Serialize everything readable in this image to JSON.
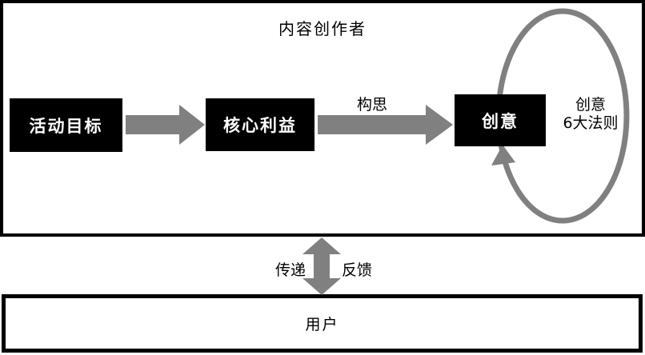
{
  "creator_panel": {
    "title": "内容创作者",
    "nodes": [
      {
        "label": "活动目标"
      },
      {
        "label": "核心利益"
      },
      {
        "label": "创意"
      }
    ],
    "conception_arrow_label": "构思",
    "loop_label": {
      "line1": "创意",
      "line2": "6大法则"
    }
  },
  "exchange_arrow": {
    "left_label": "传递",
    "right_label": "反馈"
  },
  "user_panel": {
    "title": "用户"
  },
  "colors": {
    "arrow_gray": "#808080",
    "node_background": "#000000",
    "node_text": "#ffffff",
    "panel_border": "#000000",
    "background": "#ffffff"
  }
}
